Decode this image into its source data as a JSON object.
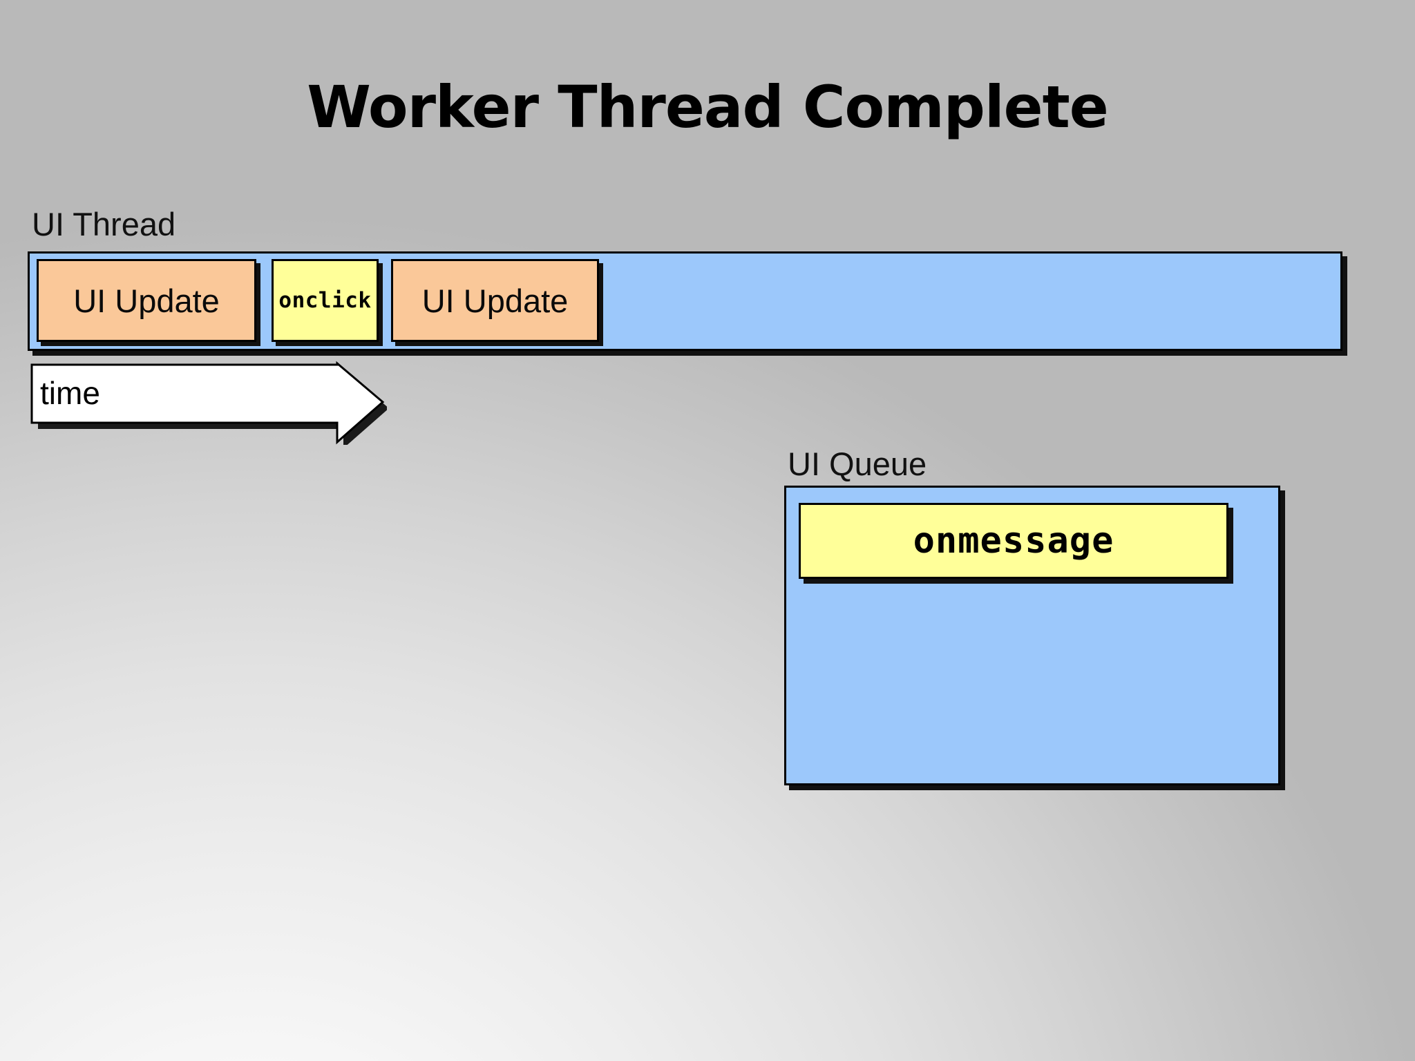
{
  "slide": {
    "title": "Worker Thread Complete",
    "background_top_color": "#b9b9b9",
    "background_bottom_color": "#fbfbfb"
  },
  "ui_thread": {
    "label": "UI Thread",
    "bar_color": "#9cc8fb",
    "blocks": [
      {
        "label": "UI Update",
        "kind": "update",
        "color": "#fac899"
      },
      {
        "label": "onclick",
        "kind": "event",
        "color": "#ffff99"
      },
      {
        "label": "UI Update",
        "kind": "update",
        "color": "#fac899"
      }
    ]
  },
  "time_axis": {
    "label": "time",
    "direction": "right"
  },
  "ui_queue": {
    "label": "UI Queue",
    "box_color": "#9cc8fb",
    "items": [
      {
        "label": "onmessage",
        "color": "#ffff99"
      }
    ]
  }
}
